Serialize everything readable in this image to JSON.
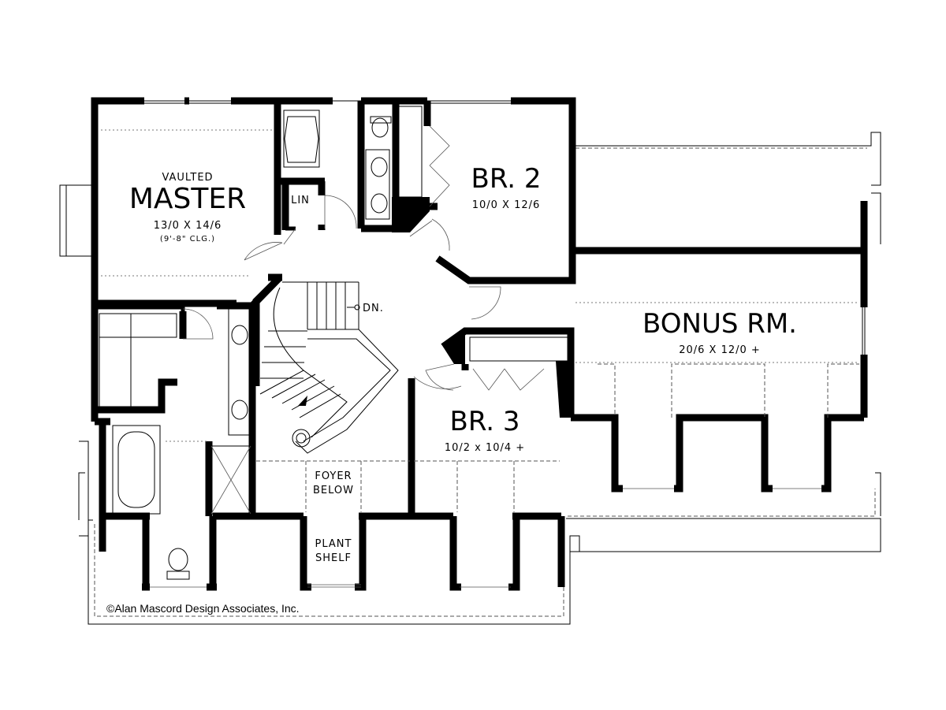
{
  "rooms": {
    "master": {
      "qualifier": "VAULTED",
      "name": "MASTER",
      "dimensions": "13/0 X 14/6",
      "ceiling": "(9'-8\" CLG.)"
    },
    "br2": {
      "name": "BR. 2",
      "dimensions": "10/0 X 12/6"
    },
    "br3": {
      "name": "BR. 3",
      "dimensions": "10/2 x 10/4 +"
    },
    "bonus": {
      "name": "BONUS RM.",
      "dimensions": "20/6 X 12/0 +"
    },
    "linen": {
      "name": "LIN"
    }
  },
  "labels": {
    "stairs_down": "DN.",
    "foyer_line1": "FOYER",
    "foyer_line2": "BELOW",
    "plant_line1": "PLANT",
    "plant_line2": "SHELF"
  },
  "copyright": "©Alan Mascord Design Associates, Inc."
}
